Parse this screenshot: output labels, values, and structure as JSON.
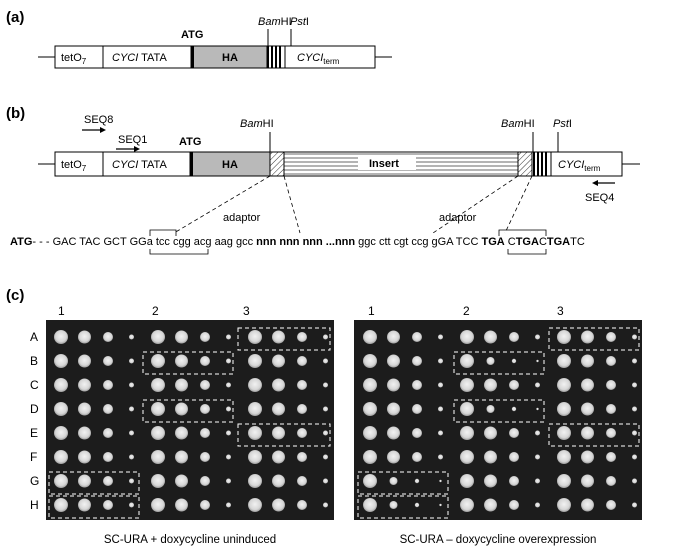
{
  "panels": {
    "a": {
      "label": "(a)",
      "construct": {
        "tet": "tetO",
        "tet_sub": "7",
        "cyc": "CYCI",
        "tata": " TATA",
        "atg": "ATG",
        "ha": "HA",
        "bam_italic": "Bam",
        "bam_suffix": "HI",
        "pst_italic": "Pst",
        "pst_suffix": "I",
        "term": "CYCI",
        "term_sub": "term"
      }
    },
    "b": {
      "label": "(b)",
      "primers": {
        "seq8": "SEQ8",
        "seq1": "SEQ1",
        "seq4": "SEQ4"
      },
      "construct": {
        "tet": "tetO",
        "tet_sub": "7",
        "cyc": "CYCI",
        "tata": " TATA",
        "atg": "ATG",
        "ha": "HA",
        "insert": "Insert",
        "bam_italic": "Bam",
        "bam_suffix": "HI",
        "pst_italic": "Pst",
        "pst_suffix": "I",
        "term": "CYCI",
        "term_sub": "term"
      },
      "adaptor_left": "adaptor",
      "adaptor_right": "adaptor",
      "sequence": [
        {
          "t": "ATG",
          "b": true
        },
        {
          "t": "- - -  GAC TAC GCT ",
          "b": false
        },
        {
          "t": "GGa",
          "b": false
        },
        {
          "t": " tcc cgg acg aag gcc ",
          "b": false
        },
        {
          "t": "nnn nnn nnn ...nnn",
          "b": true
        },
        {
          "t": " ggc ctt cgt ccg ",
          "b": false
        },
        {
          "t": "gGA TCC",
          "b": false
        },
        {
          "t": " TGA",
          "b": true
        },
        {
          "t": " C",
          "b": false
        },
        {
          "t": "TGA",
          "b": true
        },
        {
          "t": "C",
          "b": false
        },
        {
          "t": "TGA",
          "b": true
        },
        {
          "t": "TC",
          "b": false
        }
      ]
    },
    "c": {
      "label": "(c)",
      "column_groups": [
        "1",
        "2",
        "3"
      ],
      "rows": [
        "A",
        "B",
        "C",
        "D",
        "E",
        "F",
        "G",
        "H"
      ],
      "left_caption": "SC-URA + doxycycline uninduced",
      "right_caption": "SC-URA – doxycycline overexpression"
    }
  },
  "colors": {
    "ha_fill": "#b9b9b9",
    "plate_bg": "#1c1c1c",
    "colony": "#dcdcdc"
  }
}
